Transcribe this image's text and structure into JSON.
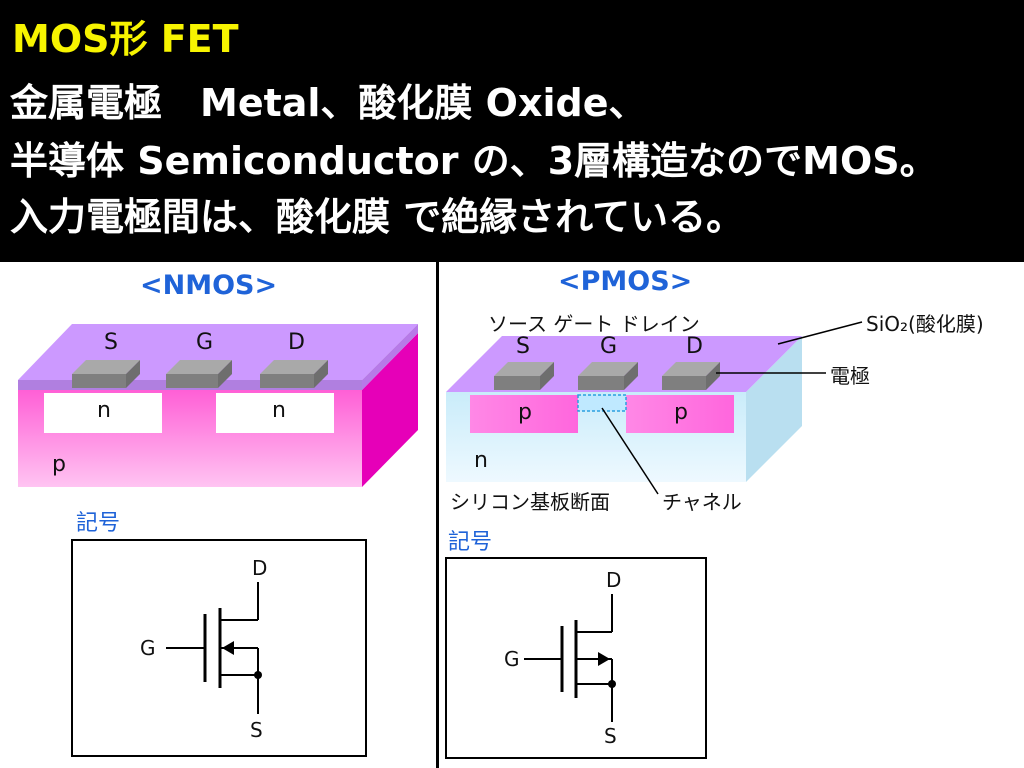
{
  "slide": {
    "title": "MOS形 FET",
    "line1": "金属電極　Metal、酸化膜  Oxide、",
    "line2": "半導体  Semiconductor の、3層構造なのでMOS。",
    "line3": "入力電極間は、酸化膜 で絶縁されている。"
  },
  "nmos": {
    "title": "<NMOS>",
    "terminal_s": "S",
    "terminal_g": "G",
    "terminal_d": "D",
    "region_left": "n",
    "region_right": "n",
    "substrate": "p",
    "symbol_caption": "記号",
    "symbol_d": "D",
    "symbol_g": "G",
    "symbol_s": "S"
  },
  "pmos": {
    "title": "<PMOS>",
    "top_labels": "ソース  ゲート  ドレイン",
    "terminal_s": "S",
    "terminal_g": "G",
    "terminal_d": "D",
    "region_left": "p",
    "region_right": "p",
    "substrate": "n",
    "oxide_callout": "SiO₂(酸化膜)",
    "electrode_callout": "電極",
    "cross_section_label": "シリコン基板断面",
    "channel_callout": "チャネル",
    "symbol_caption": "記号",
    "symbol_d": "D",
    "symbol_g": "G",
    "symbol_s": "S"
  },
  "colors": {
    "header_bg": "#000000",
    "title_yellow": "#f7f400",
    "heading_blue": "#1f63d8",
    "oxide_lavender": "#cc99ff",
    "p_region_magenta": "#ff33cc",
    "electrode_gray": "#808080",
    "n_substrate_light": "#d8f0fb"
  }
}
